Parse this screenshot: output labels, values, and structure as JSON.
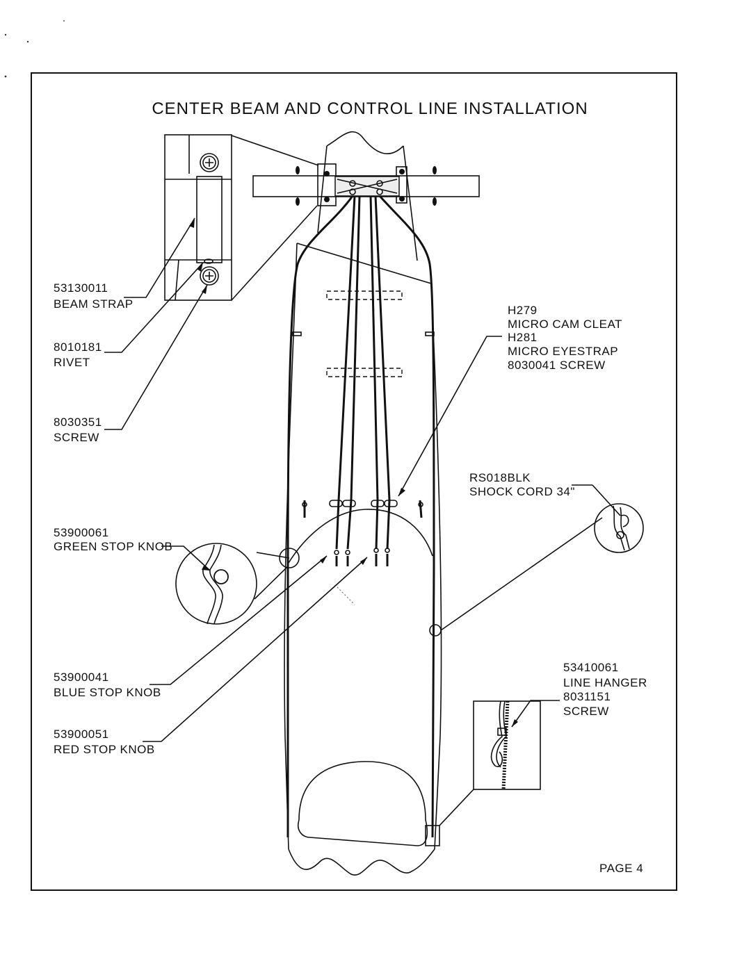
{
  "title": "CENTER BEAM AND CONTROL LINE INSTALLATION",
  "page_label": "PAGE 4",
  "callouts": {
    "beam_strap": {
      "part": "53130011",
      "name": "BEAM STRAP"
    },
    "rivet": {
      "part": "8010181",
      "name": "RIVET"
    },
    "screw": {
      "part": "8030351",
      "name": "SCREW"
    },
    "cleat": {
      "line1": "H279",
      "line2": "MICRO CAM CLEAT",
      "line3": "H281",
      "line4": "MICRO EYESTRAP",
      "line5": "8030041 SCREW"
    },
    "shock_cord": {
      "part": "RS018BLK",
      "name": "SHOCK CORD 34\""
    },
    "green_knob": {
      "part": "53900061",
      "name": "GREEN STOP KNOB"
    },
    "blue_knob": {
      "part": "53900041",
      "name": "BLUE STOP KNOB"
    },
    "red_knob": {
      "part": "53900051",
      "name": "RED STOP KNOB"
    },
    "line_hanger": {
      "part": "53410061",
      "name": "LINE HANGER",
      "screw_part": "8031151",
      "screw_name": "SCREW"
    }
  }
}
